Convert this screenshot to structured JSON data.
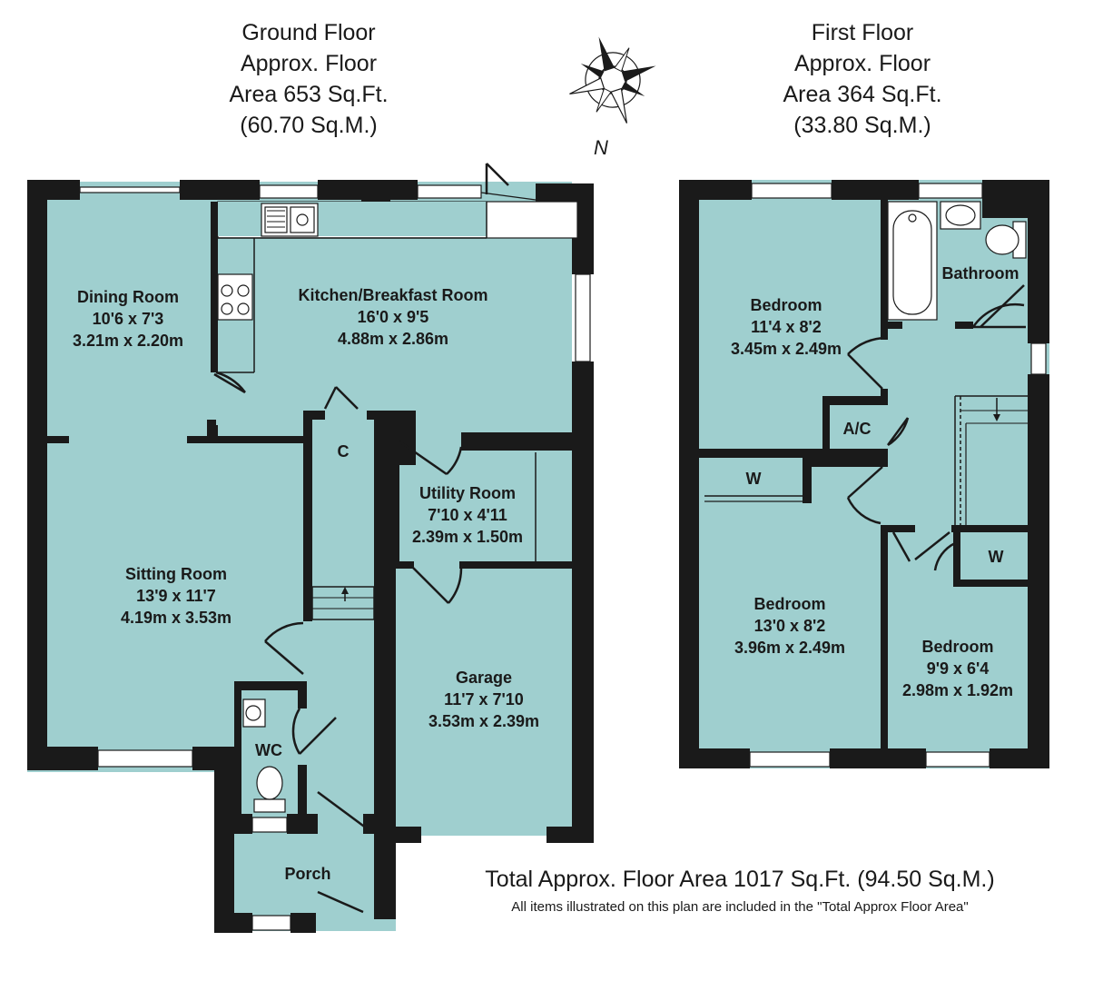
{
  "ground_floor": {
    "title": [
      "Ground Floor",
      "Approx. Floor",
      "Area 653 Sq.Ft.",
      "(60.70 Sq.M.)"
    ],
    "rooms": {
      "dining": {
        "name": "Dining Room",
        "imperial": "10'6 x 7'3",
        "metric": "3.21m x 2.20m"
      },
      "kitchen": {
        "name": "Kitchen/Breakfast Room",
        "imperial": "16'0 x 9'5",
        "metric": "4.88m x 2.86m"
      },
      "sitting": {
        "name": "Sitting Room",
        "imperial": "13'9 x 11'7",
        "metric": "4.19m x 3.53m"
      },
      "cupboard": {
        "name": "C"
      },
      "utility": {
        "name": "Utility Room",
        "imperial": "7'10 x 4'11",
        "metric": "2.39m x 1.50m"
      },
      "garage": {
        "name": "Garage",
        "imperial": "11'7 x 7'10",
        "metric": "3.53m x 2.39m"
      },
      "wc": {
        "name": "WC"
      },
      "porch": {
        "name": "Porch"
      }
    }
  },
  "first_floor": {
    "title": [
      "First Floor",
      "Approx. Floor",
      "Area 364 Sq.Ft.",
      "(33.80 Sq.M.)"
    ],
    "rooms": {
      "bedroom1": {
        "name": "Bedroom",
        "imperial": "11'4 x 8'2",
        "metric": "3.45m x 2.49m"
      },
      "bathroom": {
        "name": "Bathroom"
      },
      "ac": {
        "name": "A/C"
      },
      "wardrobe1": {
        "name": "W"
      },
      "bedroom2": {
        "name": "Bedroom",
        "imperial": "13'0 x 8'2",
        "metric": "3.96m x 2.49m"
      },
      "wardrobe2": {
        "name": "W"
      },
      "bedroom3": {
        "name": "Bedroom",
        "imperial": "9'9 x 6'4",
        "metric": "2.98m x 1.92m"
      }
    }
  },
  "compass": {
    "north_label": "N"
  },
  "totals": {
    "total_area": "Total Approx. Floor Area 1017 Sq.Ft. (94.50 Sq.M.)",
    "note": "All items illustrated on this plan are included in the \"Total Approx Floor Area\""
  },
  "colors": {
    "floor": "#9fcfcf",
    "wall": "#1a1a1a"
  }
}
